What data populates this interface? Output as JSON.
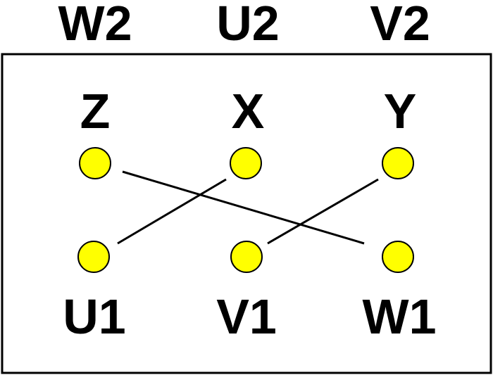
{
  "colors": {
    "terminal_fill": "#ffff00",
    "line": "#000000",
    "background": "#ffffff"
  },
  "outer_labels": [
    "W2",
    "U2",
    "V2"
  ],
  "top_terminals": [
    "Z",
    "X",
    "Y"
  ],
  "bottom_terminals": [
    "U1",
    "V1",
    "W1"
  ],
  "connections": [
    {
      "from": "Z",
      "to": "W1"
    },
    {
      "from": "X",
      "to": "U1"
    },
    {
      "from": "Y",
      "to": "V1"
    }
  ]
}
